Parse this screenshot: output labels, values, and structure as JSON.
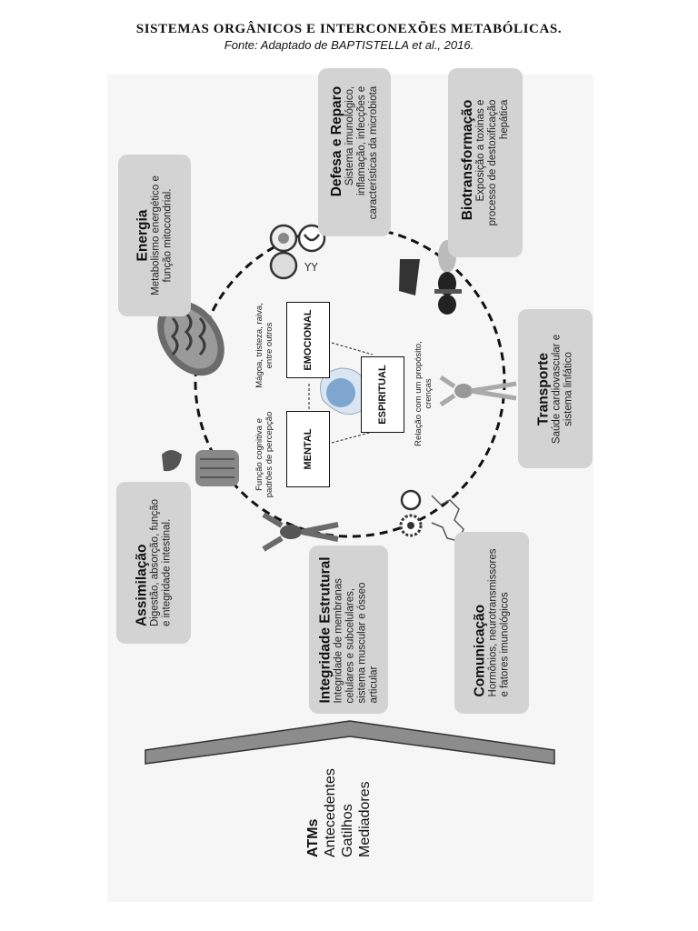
{
  "header": {
    "title": "SISTEMAS ORGÂNICOS E INTERCONEXÕES METABÓLICAS.",
    "source": "Fonte: Adaptado de BAPTISTELLA et al., 2016."
  },
  "systems": [
    {
      "id": "energia",
      "title": "Energia",
      "lines": [
        "Metabolismo energético e",
        "função mitocondrial."
      ],
      "icon": "mitochondria-icon"
    },
    {
      "id": "defesa",
      "title": "Defesa e Reparo",
      "lines": [
        "Sistema imunológico,",
        "inflamação, infecções e",
        "características da microbiota"
      ],
      "icon": "immune-cells-icon"
    },
    {
      "id": "biotransformacao",
      "title": "Biotransformação",
      "lines": [
        "Exposição a toxinas e",
        "processo de destoxificação",
        "hepática"
      ],
      "icon": "liver-kidney-icon"
    },
    {
      "id": "transporte",
      "title": "Transporte",
      "lines": [
        "Saúde cardiovascular e",
        "sistema linfático"
      ],
      "icon": "circulatory-body-icon"
    },
    {
      "id": "comunicacao",
      "title": "Comunicação",
      "lines": [
        "Hormônios, neurotransmissores",
        "e fatores imunológicos"
      ],
      "icon": "molecules-icon"
    },
    {
      "id": "integridade",
      "title": "Integridade Estrutural",
      "lines": [
        "Integridade de membranas",
        "celulares e subcelulares,",
        "sistema muscular e ósseo",
        "articular"
      ],
      "icon": "musculoskeletal-body-icon"
    },
    {
      "id": "assimilacao",
      "title": "Assimilação",
      "lines": [
        "Digestão, absorção, função",
        "e integridade intestinal."
      ],
      "icon": "digestive-system-icon"
    }
  ],
  "center": {
    "mental": {
      "label": "MENTAL",
      "note": [
        "Função cognitiva e",
        "padrões de percepção"
      ]
    },
    "emocional": {
      "label": "EMOCIONAL",
      "note": [
        "Mágoa, tristeza, raiva,",
        "entre outros"
      ]
    },
    "espiritual": {
      "label": "ESPIRITUAL",
      "note": [
        "Relação com um propósito,",
        "crenças"
      ]
    },
    "icon": "head-brain-icon"
  },
  "atms": {
    "title": "ATMs",
    "items": [
      "Antecedentes",
      "Gatilhos",
      "Mediadores"
    ]
  },
  "colors": {
    "box_fill": "#d3d3d3",
    "roof_fill": "#8c8c8c",
    "brain": "#7fa6cf"
  }
}
